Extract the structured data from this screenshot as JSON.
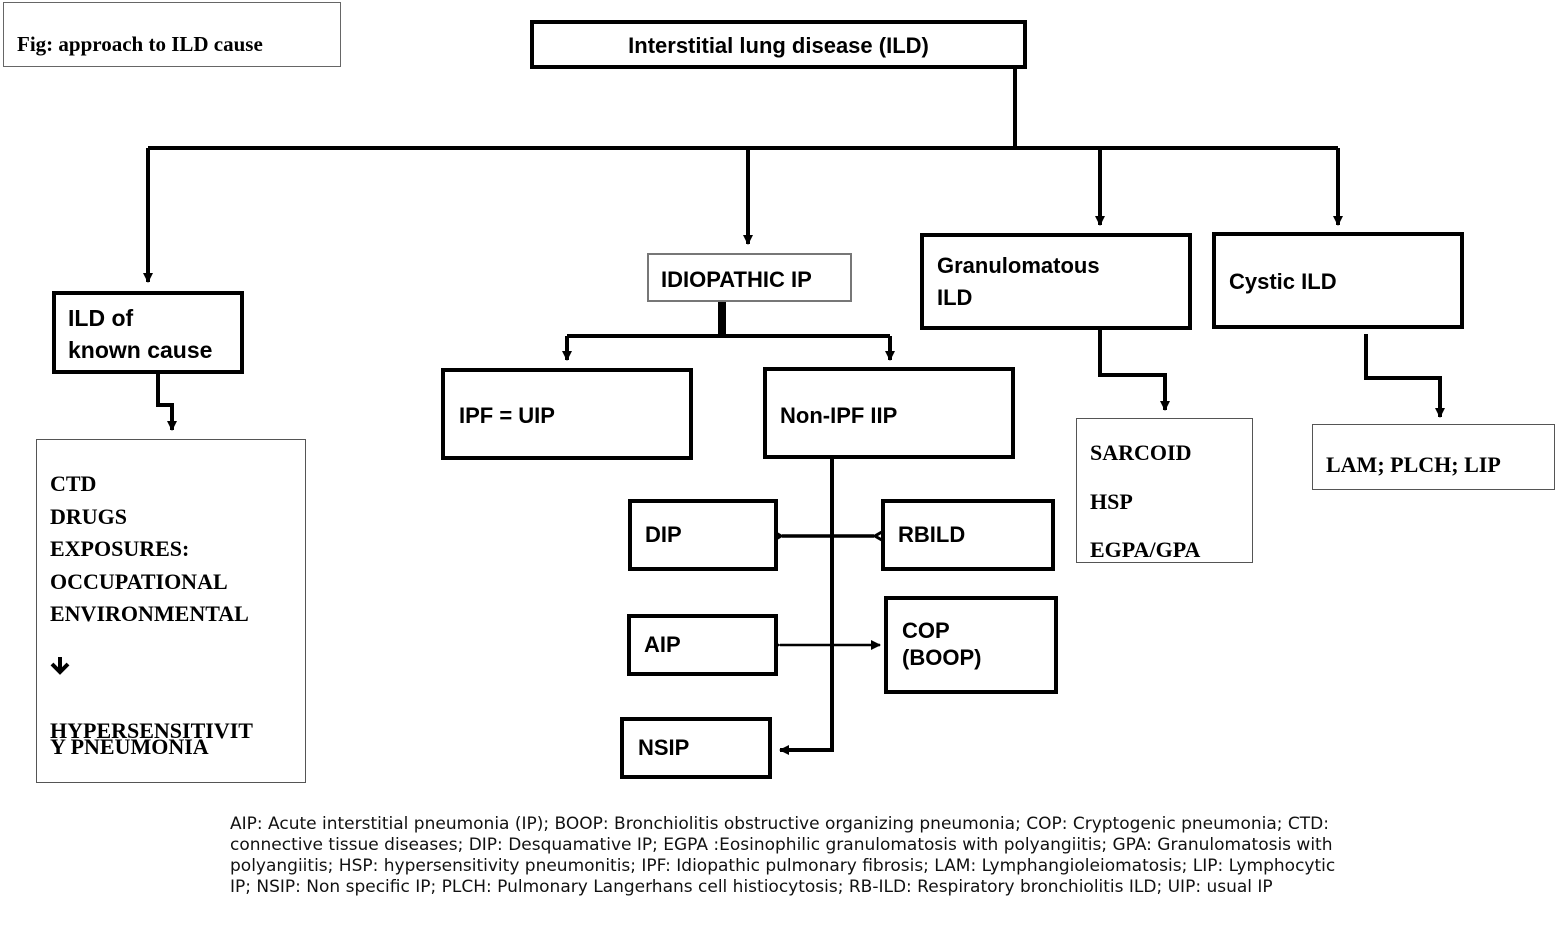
{
  "figure_caption": "Fig: approach to ILD cause",
  "root": {
    "label": "Interstitial lung disease (ILD)"
  },
  "known_cause": {
    "label_lines": [
      "ILD of",
      "known cause"
    ],
    "list_before_arrow": [
      "CTD",
      "DRUGS",
      "EXPOSURES:",
      "OCCUPATIONAL",
      "ENVIRONMENTAL"
    ],
    "arrow_glyph": "🡻",
    "list_after_arrow_lines": [
      "HYPERSENSITIVIT",
      "Y PNEUMONIA"
    ]
  },
  "idiopathic": {
    "label": "IDIOPATHIC IP",
    "ipf": "IPF = UIP",
    "non_ipf": "Non-IPF IIP",
    "subtypes": {
      "dip": "DIP",
      "rbild": "RBILD",
      "aip": "AIP",
      "cop_lines": [
        "COP",
        "(BOOP)"
      ],
      "nsip": "NSIP"
    }
  },
  "granulomatous": {
    "label_lines": [
      "Granulomatous",
      "ILD"
    ],
    "list": [
      "SARCOID",
      "HSP",
      "EGPA/GPA"
    ]
  },
  "cystic": {
    "label": "Cystic ILD",
    "list": "LAM; PLCH; LIP"
  },
  "legend_text": "AIP: Acute interstitial pneumonia (IP); BOOP: Bronchiolitis obstructive organizing pneumonia; COP: Cryptogenic pneumonia; CTD: connective tissue diseases; DIP: Desquamative IP; EGPA :Eosinophilic granulomatosis with polyangiitis; GPA: Granulomatosis with polyangiitis; HSP: hypersensitivity pneumonitis; IPF: Idiopathic pulmonary fibrosis; LAM: Lymphangioleiomatosis; LIP: Lymphocytic IP; NSIP: Non specific IP; PLCH: Pulmonary Langerhans cell histiocytosis; RB-ILD: Respiratory bronchiolitis ILD; UIP: usual IP"
}
